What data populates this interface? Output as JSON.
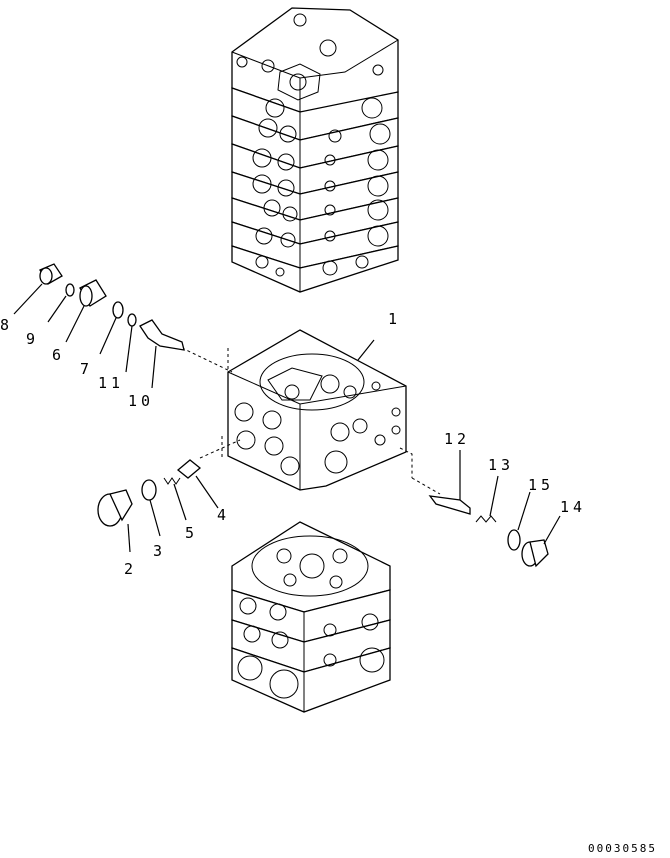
{
  "callouts": [
    "1",
    "2",
    "3",
    "4",
    "5",
    "6",
    "7",
    "8",
    "9",
    "10",
    "11",
    "12",
    "13",
    "14",
    "15"
  ],
  "drawing_code": "00030585"
}
